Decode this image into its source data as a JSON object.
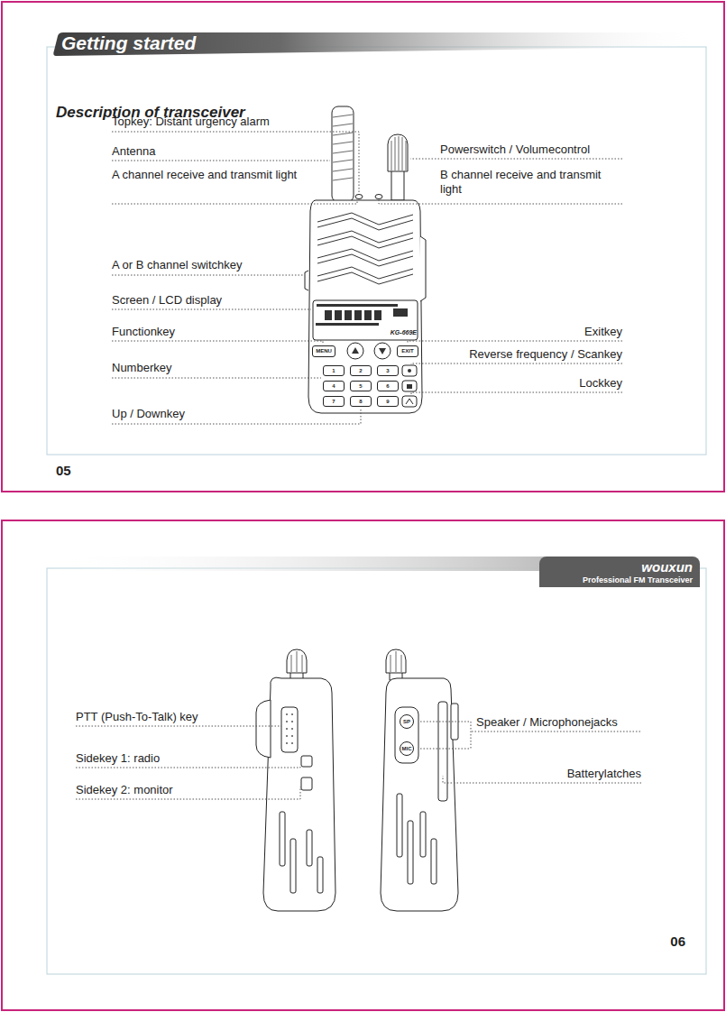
{
  "diagram": {
    "title": "Getting started",
    "nodes": [
      {
        "text": [
          "wouxun",
          "Professional FM Transceiver"
        ]
      },
      {
        "text": [
          "MENU"
        ]
      },
      {
        "text": [
          "EXIT"
        ]
      },
      {
        "text": [
          "1"
        ]
      },
      {
        "text": [
          "2"
        ]
      },
      {
        "text": [
          "3"
        ]
      },
      {
        "text": [
          "4"
        ]
      },
      {
        "text": [
          "5"
        ]
      },
      {
        "text": [
          "6"
        ]
      },
      {
        "text": [
          "7"
        ]
      },
      {
        "text": [
          "8"
        ]
      },
      {
        "text": [
          "9"
        ]
      },
      {
        "text": [
          "SP"
        ]
      },
      {
        "text": [
          "MIC"
        ]
      }
    ],
    "labels": [
      "Description of transceiver",
      "Topkey: Distant urgency alarm",
      "Antenna",
      "A channel receive and transmit light",
      "Powerswitch / Volumecontrol",
      "B channel receive and transmit light",
      "A or B channel switchkey",
      "Screen / LCD display",
      "Functionkey",
      "Exitkey",
      "Reverse frequency / Scankey",
      "Numberkey",
      "Lockkey",
      "Up / Downkey",
      "KG-669E",
      "05",
      "PTT (Push-To-Talk) key",
      "Sidekey 1: radio",
      "Sidekey 2: monitor",
      "Speaker / Microphonejacks",
      "Batterylatches",
      "06"
    ]
  }
}
